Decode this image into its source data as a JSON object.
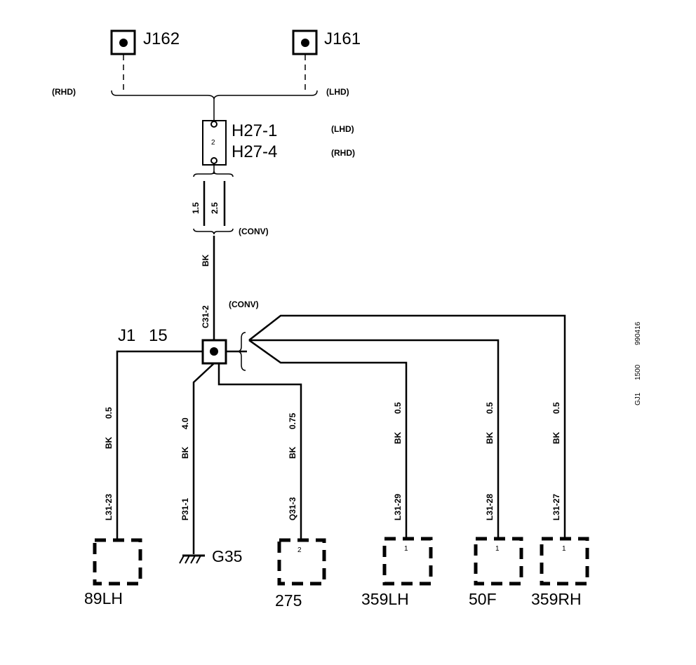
{
  "connectors_top": {
    "j162": "J162",
    "j161": "J161",
    "rhd": "(RHD)",
    "lhd": "(LHD)"
  },
  "fuse": {
    "pin": "2",
    "label_a": "H27-1",
    "label_a_note": "(LHD)",
    "label_b": "H27-4",
    "label_b_note": "(RHD)"
  },
  "wire_sizes": {
    "left": "1.5",
    "right": "2.5",
    "note": "(CONV)"
  },
  "main_wire": {
    "color": "BK",
    "terminal": "C31-2",
    "note": "(CONV)"
  },
  "junction": {
    "name": "J1",
    "number": "15"
  },
  "branches": [
    {
      "size": "0.5",
      "color": "BK",
      "terminal": "L31-23",
      "pin": "",
      "label": "89LH"
    },
    {
      "size": "4.0",
      "color": "BK",
      "terminal": "P31-1",
      "pin": "",
      "label": "G35"
    },
    {
      "size": "0.75",
      "color": "BK",
      "terminal": "Q31-3",
      "pin": "2",
      "label": "275"
    },
    {
      "size": "0.5",
      "color": "BK",
      "terminal": "L31-29",
      "pin": "1",
      "label": "359LH"
    },
    {
      "size": "0.5",
      "color": "BK",
      "terminal": "L31-28",
      "pin": "1",
      "label": "50F"
    },
    {
      "size": "0.5",
      "color": "BK",
      "terminal": "L31-27",
      "pin": "1",
      "label": "359RH"
    }
  ],
  "side_codes": [
    "990416",
    "1500",
    "GJ1"
  ]
}
